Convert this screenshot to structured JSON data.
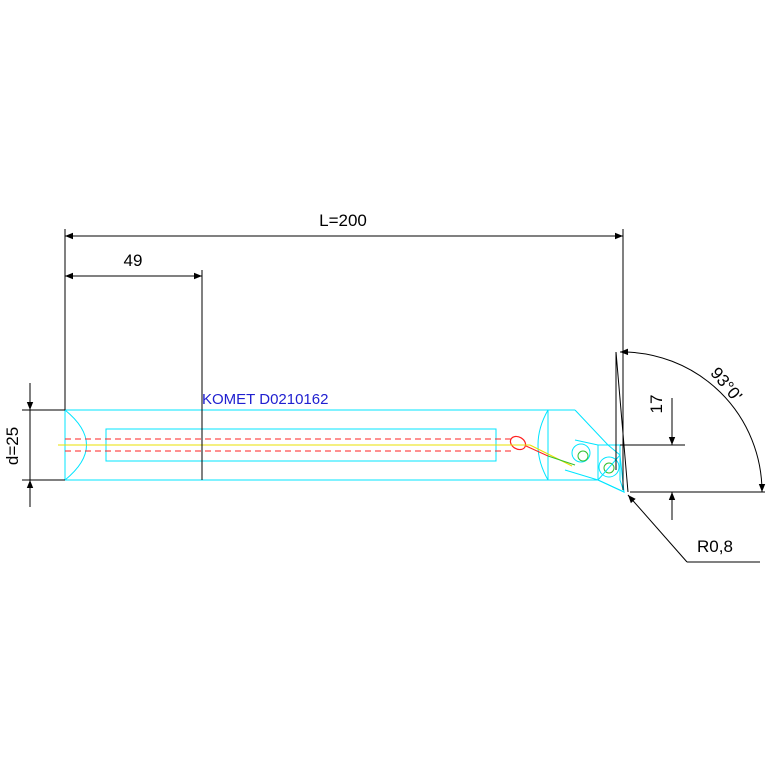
{
  "labels": {
    "length": "L=200",
    "partial_length": "49",
    "diameter": "d=25",
    "height": "17",
    "angle": "93°0'",
    "radius": "R0,8",
    "part_number": "KOMET D0210162"
  },
  "colors": {
    "background": "#ffffff",
    "body_outline": "#00e5ff",
    "dimension": "#000000",
    "coolant_channel": "#ff2020",
    "center_line": "#e8e000",
    "screw": "#30c030",
    "title": "#2020d0"
  }
}
